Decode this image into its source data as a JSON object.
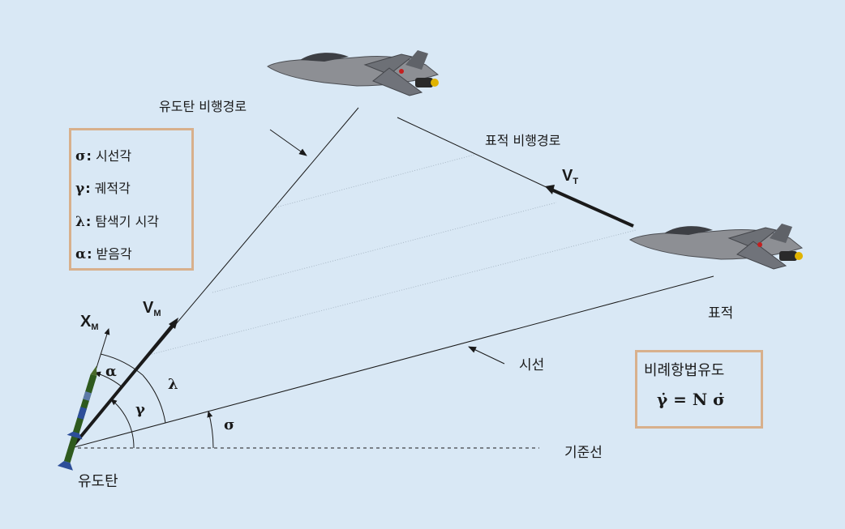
{
  "labels": {
    "missile_path": "유도탄 비행경로",
    "target_path": "표적 비행경로",
    "target": "표적",
    "line_of_sight": "시선",
    "reference_line": "기준선",
    "missile": "유도탄"
  },
  "vectors": {
    "vt_main": "V",
    "vt_sub": "T",
    "vm_main": "V",
    "vm_sub": "M",
    "xm_main": "X",
    "xm_sub": "M"
  },
  "angle_symbols": {
    "sigma": "σ",
    "gamma": "γ",
    "lambda": "λ",
    "alpha": "α"
  },
  "legend": [
    {
      "symbol": "σ",
      "separator": ":",
      "text": "시선각"
    },
    {
      "symbol": "γ",
      "separator": ":",
      "text": "궤적각"
    },
    {
      "symbol": "λ",
      "separator": ":",
      "text": "탐색기 시각"
    },
    {
      "symbol": "α",
      "separator": ":",
      "text": "받음각"
    }
  ],
  "law_box": {
    "title": "비례항법유도",
    "equation": "γ̇ = N σ̇"
  },
  "colors": {
    "background": "#d9e8f5",
    "box_border": "#d8b08c",
    "line": "#1a1a1a",
    "faint_line": "#a9b8c6"
  }
}
